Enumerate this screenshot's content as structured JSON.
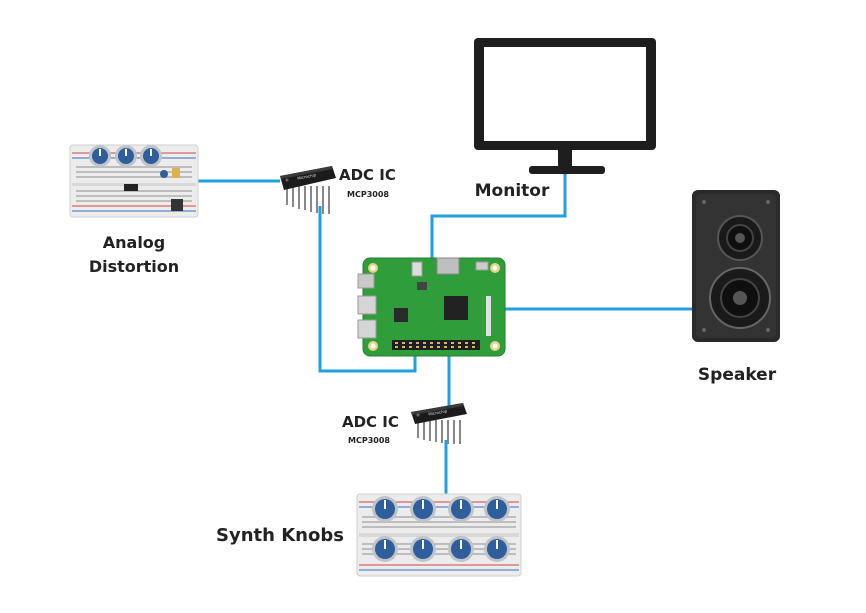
{
  "components": {
    "analog_distortion": {
      "label_line1": "Analog",
      "label_line2": "Distortion"
    },
    "adc_top": {
      "label": "ADC IC",
      "part": "MCP3008"
    },
    "monitor": {
      "label": "Monitor"
    },
    "speaker": {
      "label": "Speaker"
    },
    "adc_bottom": {
      "label": "ADC IC",
      "part": "MCP3008"
    },
    "synth_knobs": {
      "label": "Synth Knobs"
    }
  },
  "colors": {
    "wire": "#1fa0e0",
    "pcb": "#2f9e3a",
    "knob": "#2e5e9c",
    "chip": "#1b1b1b",
    "breadboard": "#ececec"
  }
}
